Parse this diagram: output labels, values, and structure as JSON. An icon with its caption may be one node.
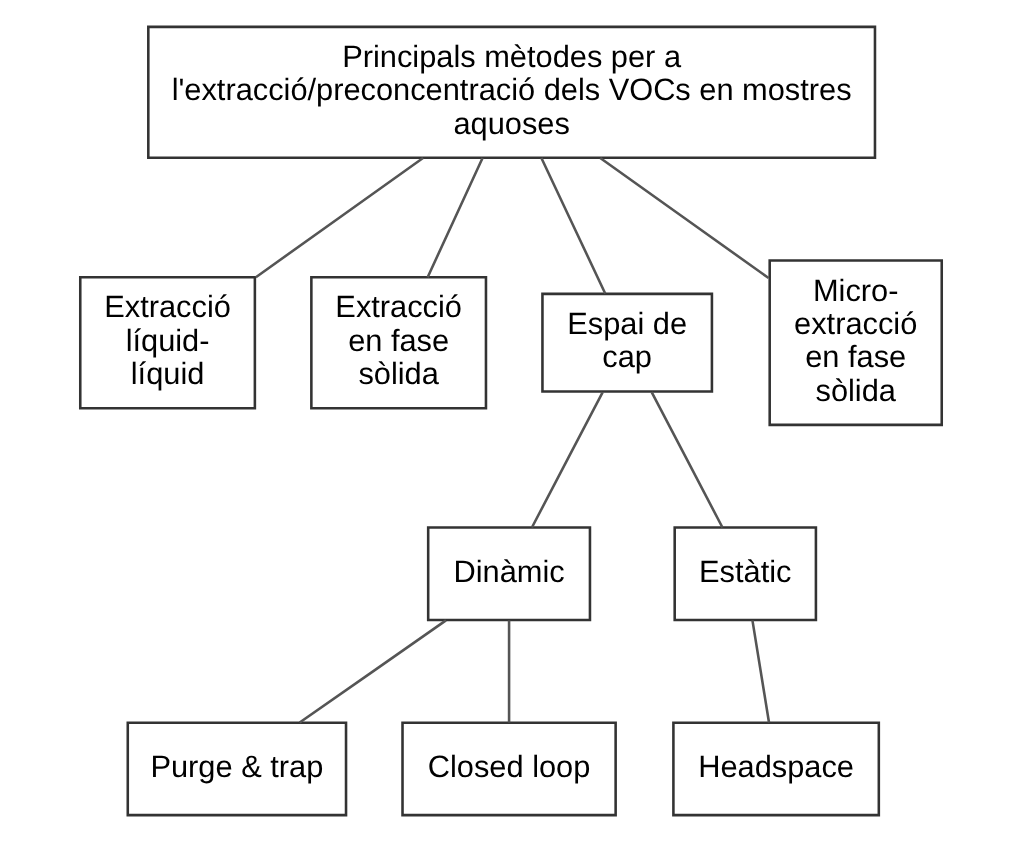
{
  "diagram": {
    "nodes": [
      {
        "text": [
          "Principals mètodes per a l'extracció/preconcentració dels VOCs en mostres aquoses"
        ]
      },
      {
        "text": [
          "Extracció líquid-líquid"
        ]
      },
      {
        "text": [
          "Extracció en fase sòlida"
        ]
      },
      {
        "text": [
          "Espai de cap"
        ]
      },
      {
        "text": [
          "Micro-extracció en fase sòlida"
        ]
      },
      {
        "text": [
          "Dinàmic"
        ]
      },
      {
        "text": [
          "Estàtic"
        ]
      },
      {
        "text": [
          "Purge & trap"
        ]
      },
      {
        "text": [
          "Closed loop"
        ]
      },
      {
        "text": [
          "Headspace"
        ]
      }
    ],
    "edges": [
      {
        "from": 0,
        "to": 1,
        "arrow": "none"
      },
      {
        "from": 0,
        "to": 2,
        "arrow": "none"
      },
      {
        "from": 0,
        "to": 3,
        "arrow": "none"
      },
      {
        "from": 0,
        "to": 4,
        "arrow": "none"
      },
      {
        "from": 3,
        "to": 5,
        "arrow": "none"
      },
      {
        "from": 3,
        "to": 6,
        "arrow": "none"
      },
      {
        "from": 5,
        "to": 7,
        "arrow": "none"
      },
      {
        "from": 5,
        "to": 8,
        "arrow": "none"
      },
      {
        "from": 6,
        "to": 9,
        "arrow": "none"
      }
    ]
  }
}
